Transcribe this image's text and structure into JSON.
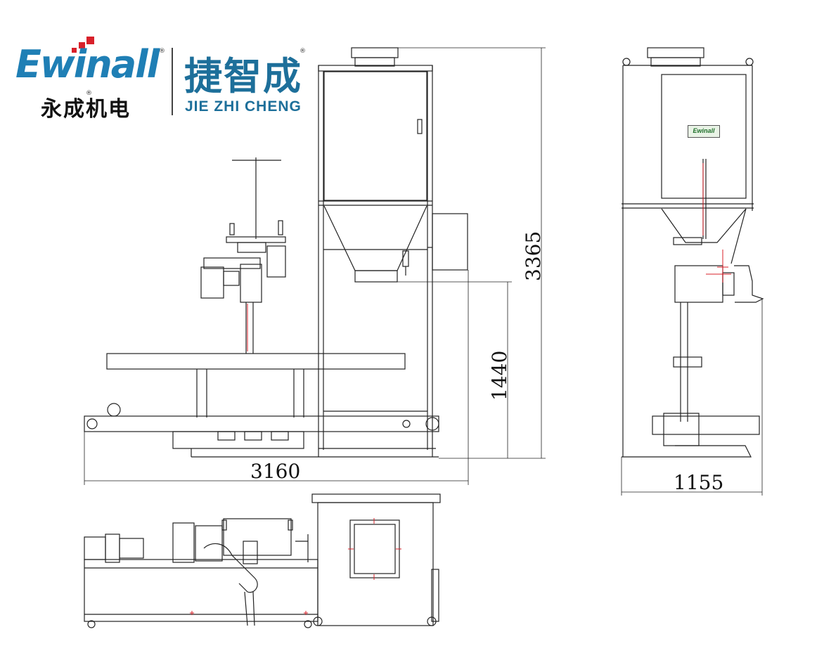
{
  "brand": {
    "en_name": "Ewinall",
    "cn_name": "永成机电",
    "cn_brand": "捷智成",
    "pinyin": "JIE ZHI CHENG",
    "registered_mark": "®",
    "primary_color": "#1f7fb5",
    "accent_color": "#d8202a"
  },
  "dimensions": {
    "front_width": "3160",
    "front_height": "3365",
    "front_discharge_height": "1440",
    "side_width": "1155"
  },
  "side_view_badge": "Ewinall"
}
